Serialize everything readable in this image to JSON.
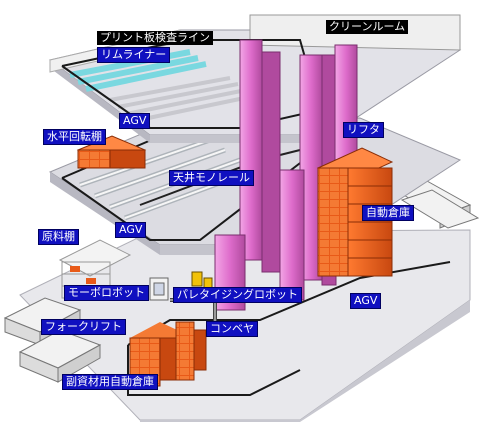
{
  "labels": {
    "print_inspection_line": "プリント板検査ライン",
    "clean_room": "クリーンルーム",
    "rim_liner": "リムライナー",
    "agv_top": "AGV",
    "lifter": "リフタ",
    "horizontal_carousel": "水平回転棚",
    "overhead_monorail": "天井モノレール",
    "automated_warehouse": "自動倉庫",
    "agv_middle": "AGV",
    "raw_material_shelf": "原料棚",
    "motor_robot": "モーボロボット",
    "palletizing_robot": "パレタイジングロボット",
    "agv_bottom": "AGV",
    "forklift": "フォークリフト",
    "conveyor": "コンベヤ",
    "sub_material_warehouse": "副資材用自動倉庫"
  },
  "colors": {
    "label_bg": "#1010c0",
    "label_text": "#ffffff",
    "title_bg": "#000000",
    "lift_pink": "#e070c8",
    "warehouse_orange": "#e85a18",
    "floor_slab": "#d8d8de",
    "floor_edge": "#b8b8c0",
    "clean_room_cyan": "#7ad8e0",
    "rail_black": "#1a1a1a"
  }
}
